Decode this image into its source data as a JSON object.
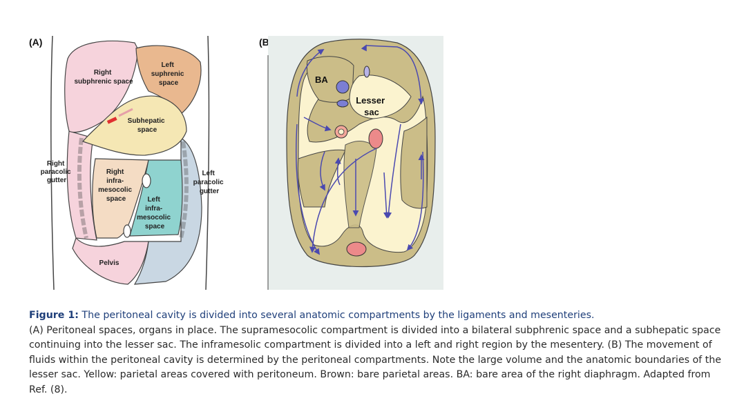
{
  "panel_a": {
    "tag": "(A)",
    "labels": {
      "right_subphrenic": [
        "Right",
        "subphrenic space"
      ],
      "left_subphrenic": [
        "Left",
        "suphrenic",
        "space"
      ],
      "subhepatic": [
        "Subhepatic",
        "space"
      ],
      "right_paracolic": [
        "Right",
        "paracolic",
        "gutter"
      ],
      "right_inframesocolic": [
        "Right",
        "infra-",
        "mesocolic",
        "space"
      ],
      "left_paracolic": [
        "Left",
        "paracolic",
        "gutter"
      ],
      "left_inframesocolic": [
        "Left",
        "infra-",
        "mesocolic",
        "space"
      ],
      "pelvis": "Pelvis"
    }
  },
  "panel_b": {
    "tag": "(B)",
    "labels": {
      "ba": "BA",
      "lesser_sac": [
        "Lesser",
        "sac"
      ]
    }
  },
  "caption": {
    "label": "Figure 1:",
    "title": " The peritoneal cavity is divided into several anatomic compartments by the ligaments and mesenteries.",
    "body": "(A) Peritoneal spaces, organs in place. The supramesocolic compartment is divided into a bilateral subphrenic space and a subhepatic space continuing into the lesser sac. The inframesolic compartment is divided into a left and right region by the mesentery. (B) The movement of fluids within the peritoneal cavity is determined by the peritoneal compartments. Note the large volume and the anatomic boundaries of the lesser sac. Yellow: parietal areas covered with peritoneum. Brown: bare parietal areas. BA: bare area of the right diaphragm. Adapted from Ref. (8)."
  },
  "colors": {
    "pink": "#f6d3dc",
    "peach": "#f4c9a6",
    "yellow": "#f5e7b4",
    "teal": "#8fd3cf",
    "blue_grey": "#c9d7e3",
    "panel_bg": "#e8eeec",
    "olive": "#cbbd88",
    "cream": "#fbf3cf",
    "arrow": "#4a49b0",
    "caption_blue": "#1f3f7a"
  }
}
